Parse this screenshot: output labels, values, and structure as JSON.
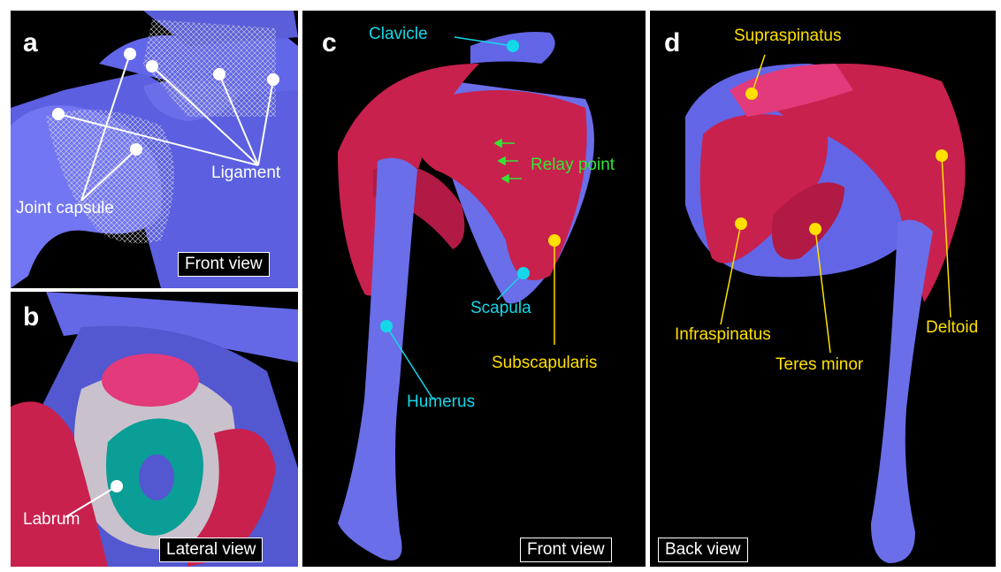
{
  "panels": {
    "a": {
      "letter": "a",
      "view": "Front view",
      "labels": {
        "ligament": "Ligament",
        "joint_capsule": "Joint capsule"
      }
    },
    "b": {
      "letter": "b",
      "view": "Lateral view",
      "labels": {
        "labrum": "Labrum"
      }
    },
    "c": {
      "letter": "c",
      "view": "Front view",
      "labels": {
        "clavicle": "Clavicle",
        "relay_point": "Relay point",
        "scapula": "Scapula",
        "humerus": "Humerus",
        "subscapularis": "Subscapularis"
      }
    },
    "d": {
      "letter": "d",
      "view": "Back view",
      "labels": {
        "supraspinatus": "Supraspinatus",
        "infraspinatus": "Infraspinatus",
        "teres_minor": "Teres minor",
        "deltoid": "Deltoid"
      }
    }
  },
  "colors": {
    "bone": "#6b6ff0",
    "muscle": "#c8214e",
    "muscle_light": "#e23a7a",
    "capsule": "#c8c8d2",
    "labrum": "#0a9e96",
    "white_marker": "#ffffff",
    "cyan_marker": "#14d8e8",
    "yellow_marker": "#ffe000",
    "green_arrow": "#33e633"
  }
}
